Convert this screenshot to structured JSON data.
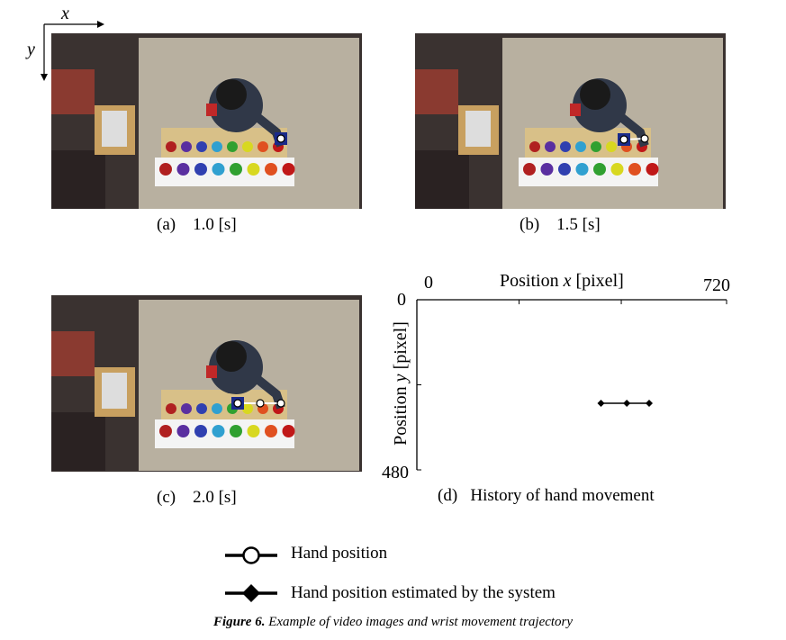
{
  "axes_indicator": {
    "x": "x",
    "y": "y"
  },
  "panels": [
    {
      "id": "a",
      "label": "(a)",
      "time": "1.0 [s]"
    },
    {
      "id": "b",
      "label": "(b)",
      "time": "1.5 [s]"
    },
    {
      "id": "c",
      "label": "(c)",
      "time": "2.0 [s]"
    }
  ],
  "panel_d": {
    "label": "(d)",
    "caption": "History of hand movement"
  },
  "chart_data": {
    "type": "line",
    "xlabel_prefix": "Position ",
    "xlabel_var": "x",
    "xlabel_unit": " [pixel]",
    "ylabel_prefix": "Position ",
    "ylabel_var": "y",
    "ylabel_unit": " [pixel]",
    "xlim": [
      0,
      720
    ],
    "ylim": [
      480,
      0
    ],
    "x_ticks": [
      "0",
      "720"
    ],
    "y_ticks": [
      "0",
      "480"
    ],
    "series": [
      {
        "name": "Hand position estimated by the system",
        "marker": "diamond",
        "x": [
          428,
          488,
          540
        ],
        "y": [
          292,
          292,
          292
        ]
      }
    ]
  },
  "legend": [
    {
      "label": "Hand position",
      "marker": "circle"
    },
    {
      "label": "Hand position estimated by the system",
      "marker": "diamond"
    }
  ],
  "figure_caption": {
    "number": "Figure 6.",
    "text": " Example of video images and wrist movement trajectory"
  }
}
